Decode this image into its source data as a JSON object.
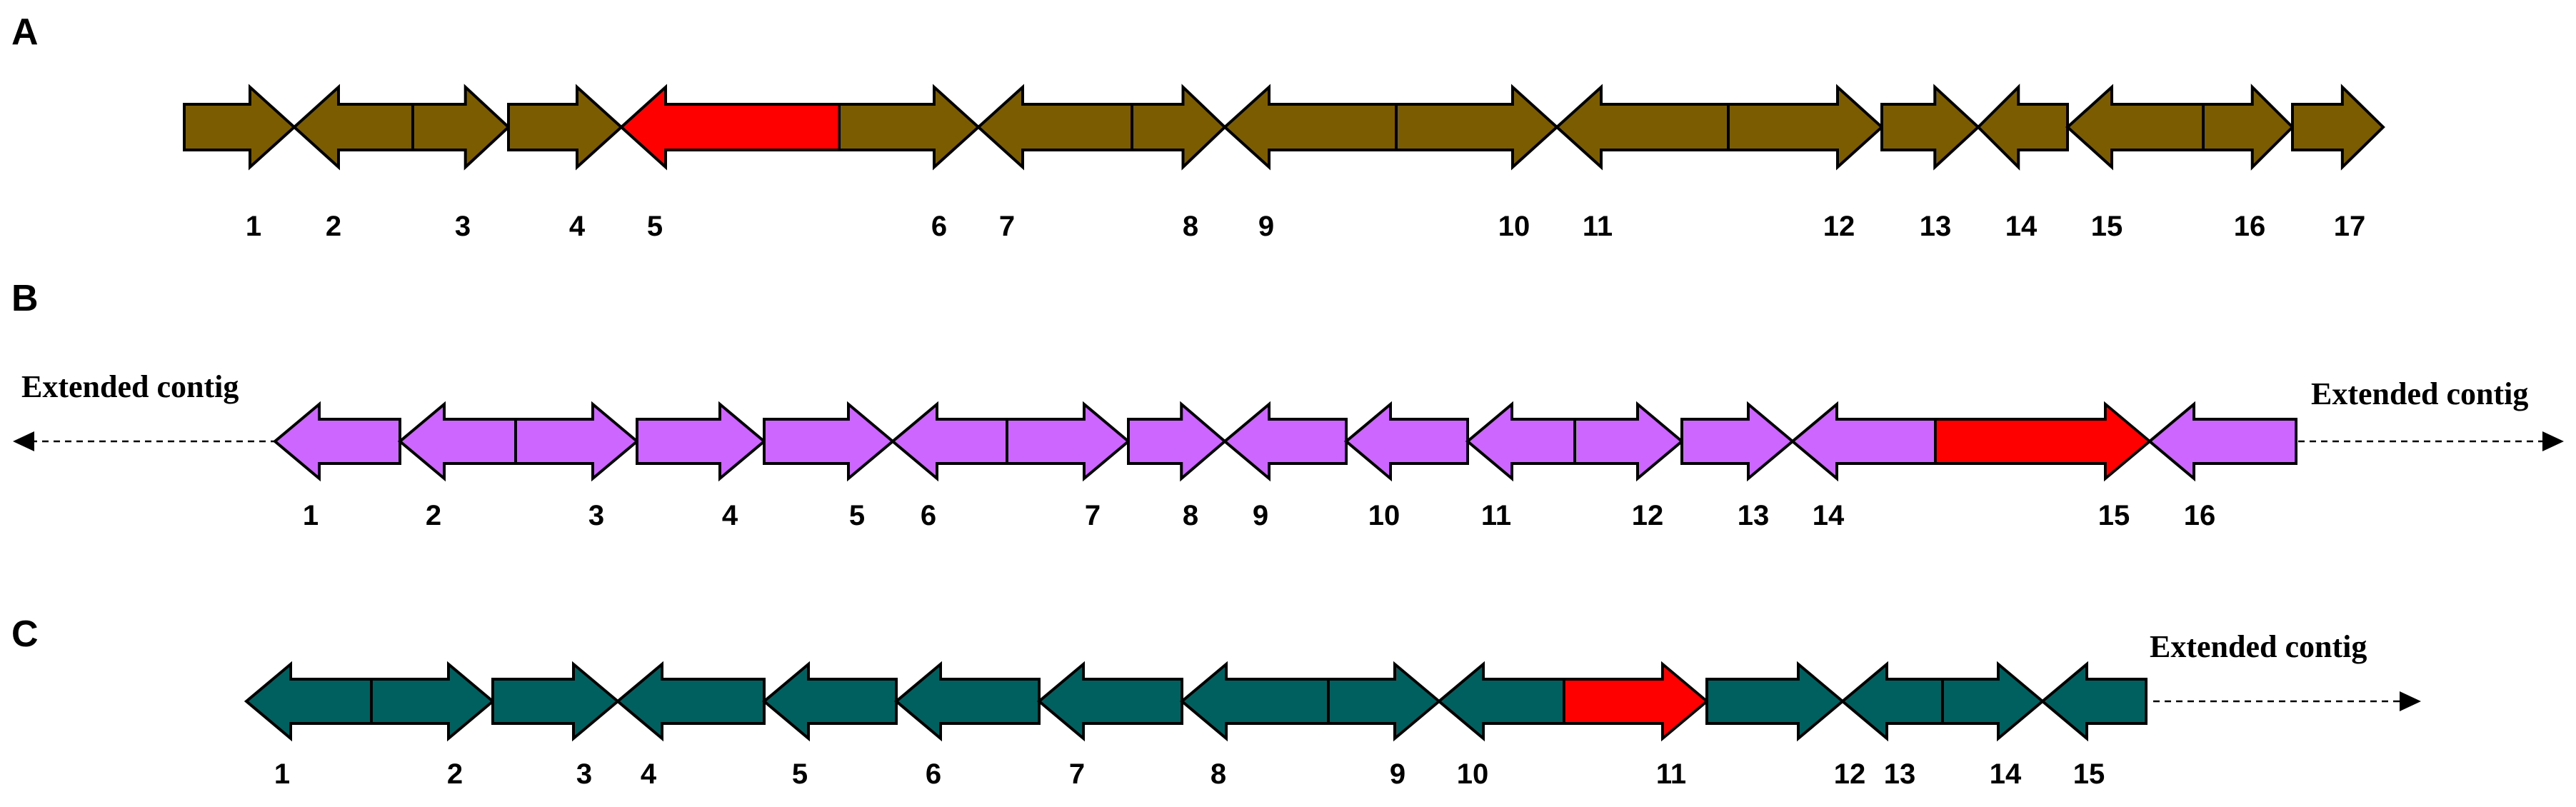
{
  "colors": {
    "highlight": "#ff0000",
    "A": "#7b5c00",
    "B": "#cc66ff",
    "C": "#006060",
    "outline": "#000000"
  },
  "panels": [
    {
      "id": "A",
      "letter": "A",
      "color_key": "A",
      "genes": [
        {
          "n": "1",
          "dir": "R"
        },
        {
          "n": "2",
          "dir": "L"
        },
        {
          "n": "3",
          "dir": "R"
        },
        {
          "n": "4",
          "dir": "R"
        },
        {
          "n": "5",
          "dir": "L",
          "highlight": true
        },
        {
          "n": "6",
          "dir": "R"
        },
        {
          "n": "7",
          "dir": "L"
        },
        {
          "n": "8",
          "dir": "R"
        },
        {
          "n": "9",
          "dir": "L"
        },
        {
          "n": "10",
          "dir": "R"
        },
        {
          "n": "11",
          "dir": "L"
        },
        {
          "n": "12",
          "dir": "R"
        },
        {
          "n": "13",
          "dir": "R"
        },
        {
          "n": "14",
          "dir": "L"
        },
        {
          "n": "15",
          "dir": "L"
        },
        {
          "n": "16",
          "dir": "R"
        },
        {
          "n": "17",
          "dir": "R"
        }
      ],
      "left_extension": null,
      "right_extension": null
    },
    {
      "id": "B",
      "letter": "B",
      "color_key": "B",
      "genes": [
        {
          "n": "1",
          "dir": "L"
        },
        {
          "n": "2",
          "dir": "L"
        },
        {
          "n": "3",
          "dir": "R"
        },
        {
          "n": "4",
          "dir": "R"
        },
        {
          "n": "5",
          "dir": "R"
        },
        {
          "n": "6",
          "dir": "L"
        },
        {
          "n": "7",
          "dir": "R"
        },
        {
          "n": "8",
          "dir": "R"
        },
        {
          "n": "9",
          "dir": "L"
        },
        {
          "n": "10",
          "dir": "L"
        },
        {
          "n": "11",
          "dir": "L"
        },
        {
          "n": "12",
          "dir": "R"
        },
        {
          "n": "13",
          "dir": "R"
        },
        {
          "n": "14",
          "dir": "L"
        },
        {
          "n": "15",
          "dir": "R",
          "highlight": true
        },
        {
          "n": "16",
          "dir": "L"
        }
      ],
      "left_extension": "Extended contig",
      "right_extension": "Extended contig"
    },
    {
      "id": "C",
      "letter": "C",
      "color_key": "C",
      "genes": [
        {
          "n": "1",
          "dir": "L"
        },
        {
          "n": "2",
          "dir": "R"
        },
        {
          "n": "3",
          "dir": "R"
        },
        {
          "n": "4",
          "dir": "L"
        },
        {
          "n": "5",
          "dir": "L"
        },
        {
          "n": "6",
          "dir": "L"
        },
        {
          "n": "7",
          "dir": "L"
        },
        {
          "n": "8",
          "dir": "L"
        },
        {
          "n": "9",
          "dir": "R"
        },
        {
          "n": "10",
          "dir": "L"
        },
        {
          "n": "11",
          "dir": "R",
          "highlight": true
        },
        {
          "n": "12",
          "dir": "R"
        },
        {
          "n": "13",
          "dir": "L"
        },
        {
          "n": "14",
          "dir": "R"
        },
        {
          "n": "15",
          "dir": "L"
        }
      ],
      "left_extension": null,
      "right_extension": "Extended contig"
    }
  ]
}
